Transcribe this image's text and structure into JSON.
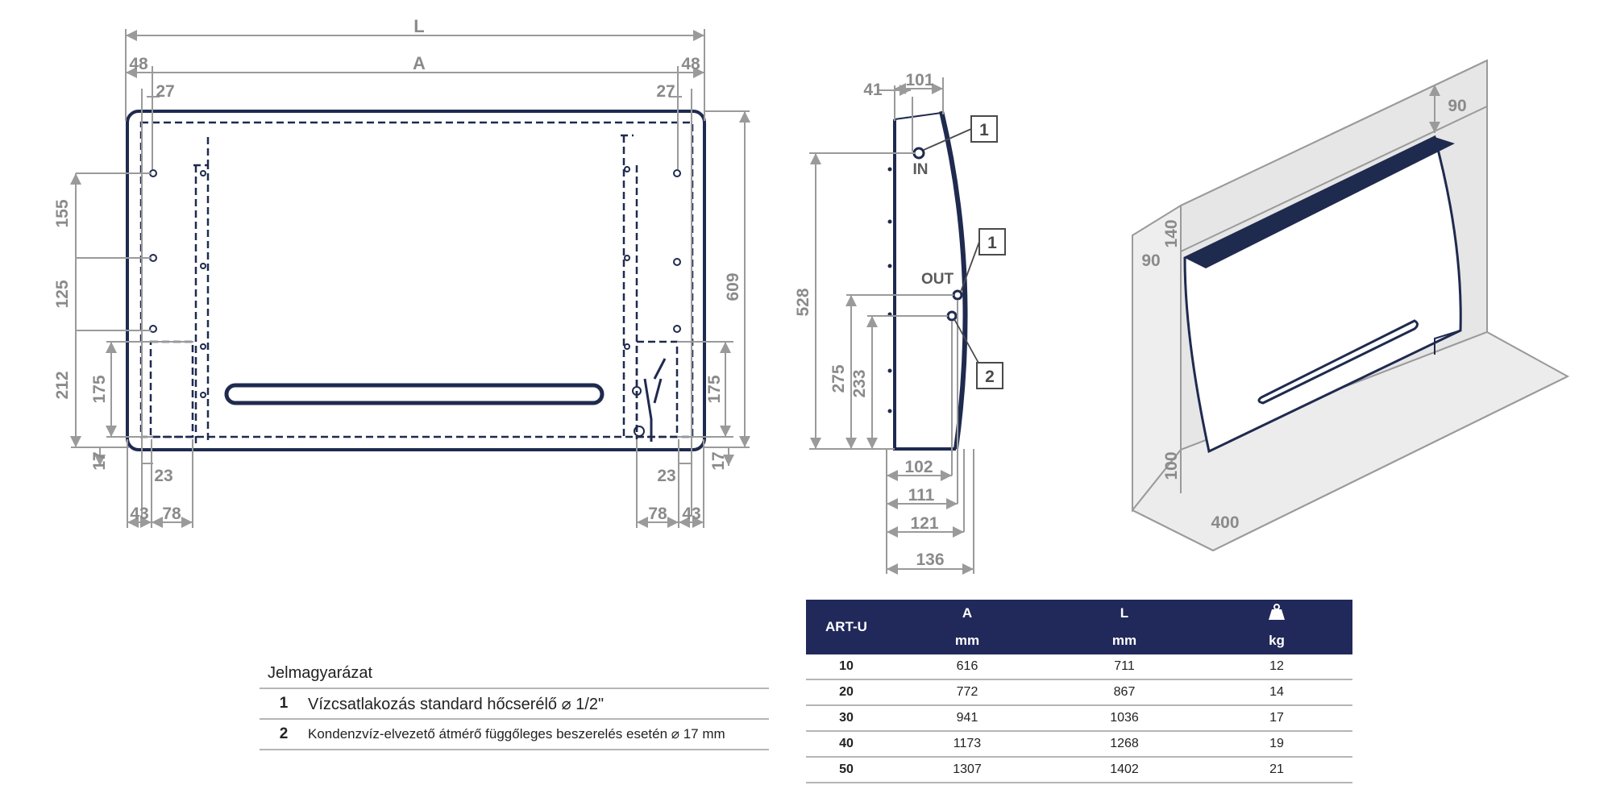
{
  "front_view": {
    "dim_L": "L",
    "dim_A": "A",
    "dim_48_left": "48",
    "dim_48_right": "48",
    "dim_27_left": "27",
    "dim_27_right": "27",
    "dim_155": "155",
    "dim_125": "125",
    "dim_212": "212",
    "dim_175_left": "175",
    "dim_175_right": "175",
    "dim_17_left": "17",
    "dim_17_right": "17",
    "dim_609": "609",
    "dim_23_left": "23",
    "dim_23_right": "23",
    "dim_43_left": "43",
    "dim_43_right": "43",
    "dim_78_left": "78",
    "dim_78_right": "78"
  },
  "side_view": {
    "dim_41": "41",
    "dim_101": "101",
    "label_in": "IN",
    "label_out": "OUT",
    "callout_1a": "1",
    "callout_1b": "1",
    "callout_2": "2",
    "dim_528": "528",
    "dim_275": "275",
    "dim_233": "233",
    "dim_102": "102",
    "dim_111": "111",
    "dim_121": "121",
    "dim_136": "136"
  },
  "iso_view": {
    "dim_90_top": "90",
    "dim_140": "140",
    "dim_90_left": "90",
    "dim_100": "100",
    "dim_400": "400"
  },
  "legend": {
    "title": "Jelmagyarázat",
    "items": [
      {
        "num": "1",
        "text": "Vízcsatlakozás standard hőcserélő ⌀ 1/2\""
      },
      {
        "num": "2",
        "text": "Kondenzvíz-elvezető átmérő függőleges beszerelés esetén ⌀ 17 mm"
      }
    ]
  },
  "spec_table": {
    "headers": {
      "model": "ART-U",
      "a": "A",
      "l": "L",
      "weight_icon": "weight-icon",
      "a_unit": "mm",
      "l_unit": "mm",
      "weight_unit": "kg"
    },
    "rows": [
      [
        "10",
        "616",
        "711",
        "12"
      ],
      [
        "20",
        "772",
        "867",
        "14"
      ],
      [
        "30",
        "941",
        "1036",
        "17"
      ],
      [
        "40",
        "1173",
        "1268",
        "19"
      ],
      [
        "50",
        "1307",
        "1402",
        "21"
      ]
    ]
  },
  "colors": {
    "navy": "#1f2a4f",
    "dimension_gray": "#9a9a9a",
    "header_bg": "#21295a"
  }
}
